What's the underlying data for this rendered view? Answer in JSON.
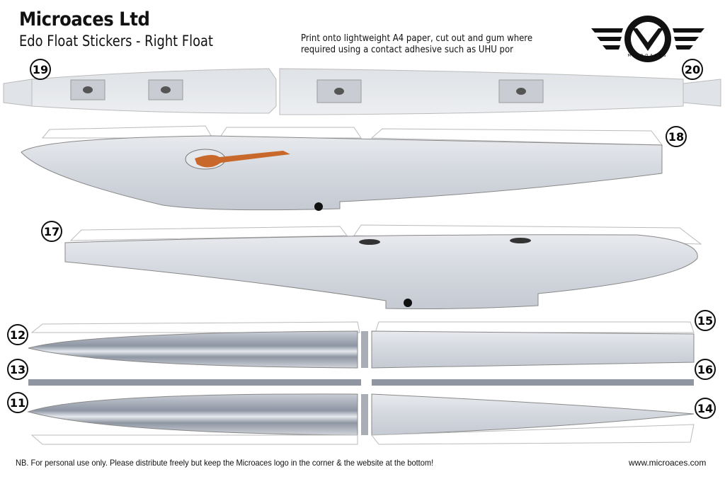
{
  "header": {
    "title": "Microaces Ltd",
    "subtitle": "Edo Float Stickers - Right Float",
    "instructions": [
      "Print onto lightweight A4 paper, cut out and gum where",
      "required using a contact adhesive such as UHU por"
    ]
  },
  "logo": {
    "text": "MICROACES"
  },
  "parts": {
    "p19": "19",
    "p20": "20",
    "p18": "18",
    "p17": "17",
    "p12": "12",
    "p13": "13",
    "p11": "11",
    "p15": "15",
    "p16": "16",
    "p14": "14"
  },
  "footer": {
    "note": "NB. For personal use only. Please distribute freely but keep the Microaces logo in the corner & the website at the bottom!",
    "website": "www.microaces.com"
  },
  "colors": {
    "float": "#d8dce2",
    "float_dark": "#8e96a3",
    "strut": "#c8682a"
  }
}
